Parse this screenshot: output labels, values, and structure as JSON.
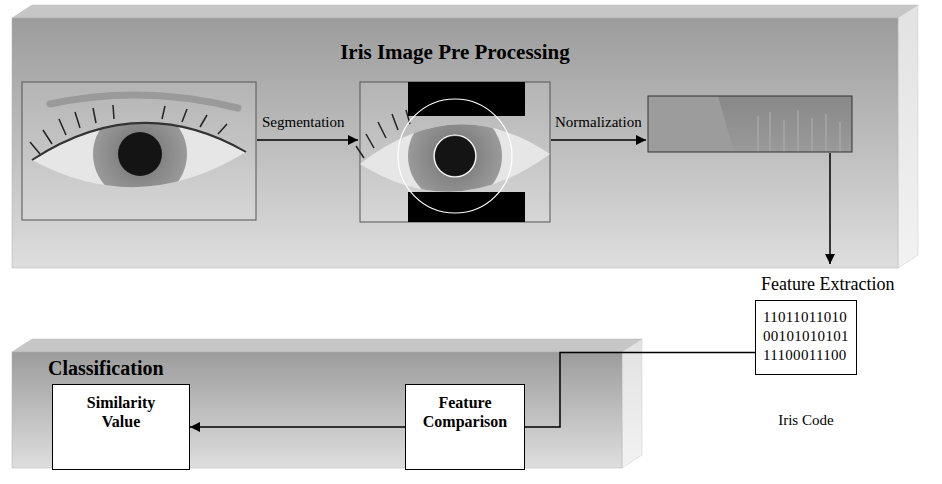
{
  "diagram": {
    "nodes": [
      {
        "text": [
          "Iris Image Pre Processing"
        ]
      },
      {
        "text": [
          "Feature Extraction",
          "11011011010 00101010101 11100011100",
          "Iris Code"
        ]
      },
      {
        "text": [
          "Classification"
        ]
      },
      {
        "text": [
          "Similarity Value"
        ],
        "in": 2
      },
      {
        "text": [
          "Feature Comparison"
        ],
        "in": 2
      }
    ],
    "edges": [
      {
        "from": 1,
        "to": 4,
        "arrow": "none"
      },
      {
        "from": 4,
        "to": 3,
        "arrow": "to"
      }
    ],
    "labels": [
      "Segmentation",
      "Normalization"
    ]
  }
}
